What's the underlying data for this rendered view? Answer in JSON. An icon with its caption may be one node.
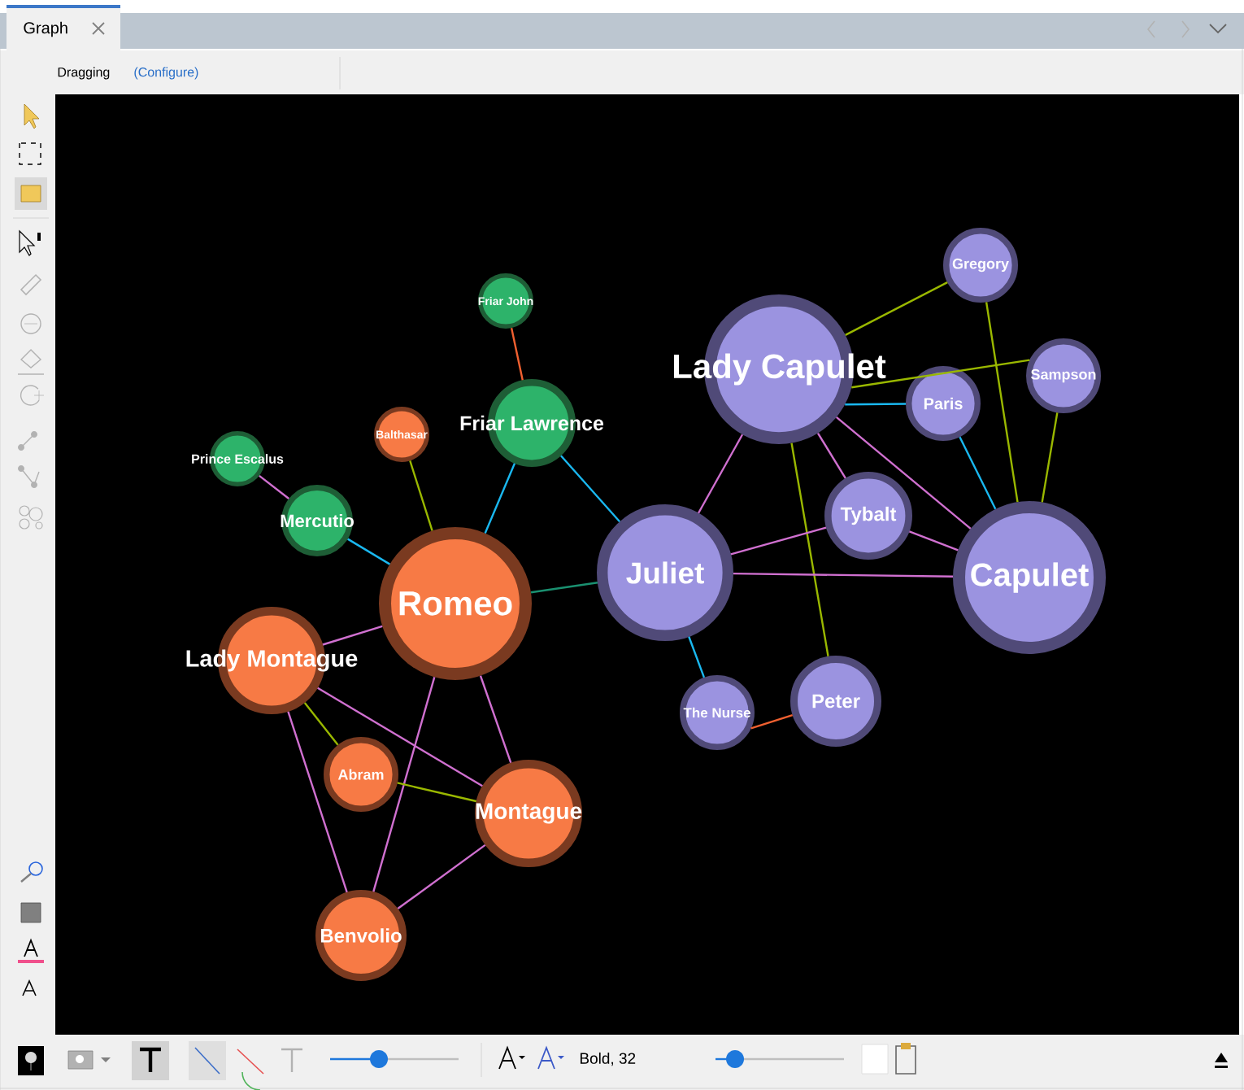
{
  "diagram": {
    "nodes": [
      {
        "text": [
          "Friar John"
        ]
      },
      {
        "text": [
          "Friar Lawrence"
        ]
      },
      {
        "text": [
          "Balthasar"
        ]
      },
      {
        "text": [
          "Prince Escalus"
        ]
      },
      {
        "text": [
          "Mercutio"
        ]
      },
      {
        "text": [
          "Romeo"
        ]
      },
      {
        "text": [
          "Lady Montague"
        ]
      },
      {
        "text": [
          "Abram"
        ]
      },
      {
        "text": [
          "Montague"
        ]
      },
      {
        "text": [
          "Benvolio"
        ]
      },
      {
        "text": [
          "Gregory"
        ]
      },
      {
        "text": [
          "Lady Capulet"
        ]
      },
      {
        "text": [
          "Sampson"
        ]
      },
      {
        "text": [
          "Paris"
        ]
      },
      {
        "text": [
          "Tybalt"
        ]
      },
      {
        "text": [
          "Juliet"
        ]
      },
      {
        "text": [
          "Capulet"
        ]
      },
      {
        "text": [
          "The Nurse"
        ]
      },
      {
        "text": [
          "Peter"
        ]
      }
    ],
    "edges": [
      {
        "from": 0,
        "to": 1,
        "arrow": "none",
        "color": "#f06030"
      },
      {
        "from": 1,
        "to": 5,
        "arrow": "none",
        "color": "#1ab8f0"
      },
      {
        "from": 1,
        "to": 15,
        "arrow": "none",
        "color": "#1ab8f0"
      },
      {
        "from": 2,
        "to": 5,
        "arrow": "none",
        "color": "#9ab800"
      },
      {
        "from": 3,
        "to": 4,
        "arrow": "none"
      },
      {
        "from": 4,
        "to": 5,
        "arrow": "none",
        "color": "#1ab8f0"
      },
      {
        "from": 5,
        "to": 15,
        "arrow": "none",
        "color": "#1a9070"
      },
      {
        "from": 5,
        "to": 6,
        "arrow": "none"
      },
      {
        "from": 5,
        "to": 9,
        "arrow": "none"
      },
      {
        "from": 5,
        "to": 8,
        "arrow": "none"
      },
      {
        "from": 6,
        "to": 7,
        "arrow": "none",
        "color": "#9ab800"
      },
      {
        "from": 6,
        "to": 8,
        "arrow": "none"
      },
      {
        "from": 6,
        "to": 9,
        "arrow": "none"
      },
      {
        "from": 7,
        "to": 8,
        "arrow": "none",
        "color": "#9ab800"
      },
      {
        "from": 8,
        "to": 9,
        "arrow": "none"
      },
      {
        "from": 10,
        "to": 11,
        "arrow": "none",
        "color": "#9ab800"
      },
      {
        "from": 10,
        "to": 16,
        "arrow": "none",
        "color": "#9ab800"
      },
      {
        "from": 11,
        "to": 12,
        "arrow": "none",
        "color": "#9ab800"
      },
      {
        "from": 11,
        "to": 13,
        "arrow": "none",
        "color": "#1ab8f0"
      },
      {
        "from": 11,
        "to": 15,
        "arrow": "none"
      },
      {
        "from": 11,
        "to": 14,
        "arrow": "none"
      },
      {
        "from": 11,
        "to": 16,
        "arrow": "none"
      },
      {
        "from": 11,
        "to": 18,
        "arrow": "none",
        "color": "#9ab800"
      },
      {
        "from": 12,
        "to": 16,
        "arrow": "none",
        "color": "#9ab800"
      },
      {
        "from": 13,
        "to": 16,
        "arrow": "none",
        "color": "#1ab8f0"
      },
      {
        "from": 15,
        "to": 14,
        "arrow": "none"
      },
      {
        "from": 15,
        "to": 16,
        "arrow": "none"
      },
      {
        "from": 14,
        "to": 16,
        "arrow": "none"
      },
      {
        "from": 15,
        "to": 17,
        "arrow": "none",
        "color": "#1ab8f0"
      },
      {
        "from": 17,
        "to": 18,
        "arrow": "none",
        "color": "#f06030"
      }
    ],
    "labels": [
      "Graph",
      "Dragging",
      "(Configure)",
      "Bold, 32"
    ]
  }
}
